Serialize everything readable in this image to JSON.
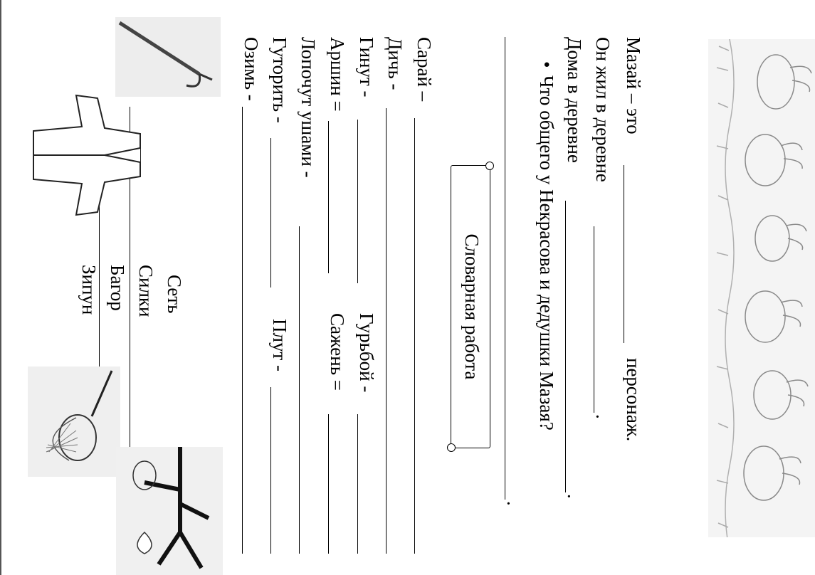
{
  "header": {
    "line1_start": "Мазай – это",
    "line1_end": "персонаж.",
    "line2": "Он жил в деревне",
    "line3": "Дома в деревне",
    "question": "Что общего у Некрасова и дедушки Мазая?",
    "bullet": "•"
  },
  "vocab": {
    "title": "Словарная работа",
    "left_terms": [
      "Сарай –",
      "Дичь -",
      "Гинут -",
      "Аршин =",
      "Лопочут ушами -",
      "Гуторить -",
      "Озимь -"
    ],
    "right_terms": [
      "Гурьбой -",
      "Сажень =",
      "Плут -"
    ]
  },
  "tools": {
    "words": [
      "Сеть",
      "Силки",
      "Багор",
      "Зипун"
    ]
  },
  "illustrations": [
    "rabbits-sketch",
    "boat-hook",
    "coat-zipun",
    "fishing-net",
    "snare-tree"
  ]
}
